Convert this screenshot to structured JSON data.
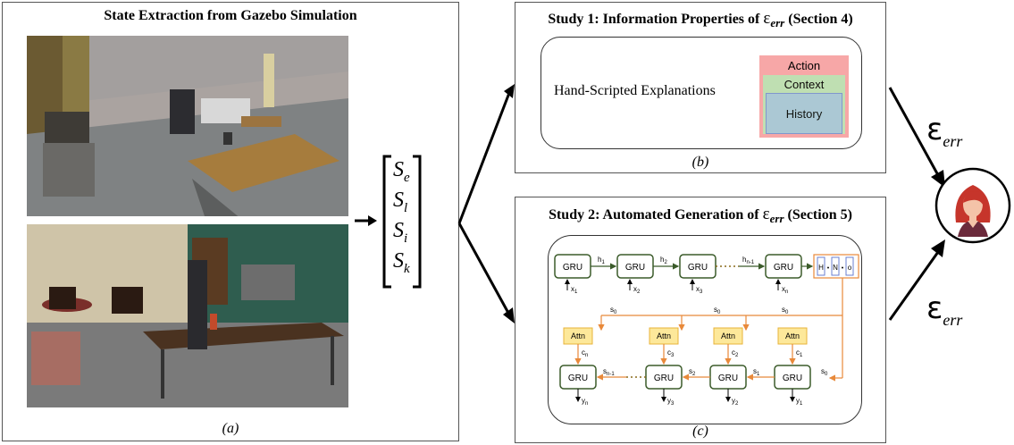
{
  "panel_a": {
    "title": "State Extraction from Gazebo Simulation",
    "caption_label": "a",
    "scene_top": "simulated living room with robot, sofa, table and coffee table",
    "scene_bottom": "simulated room with robot, bookshelf, tv and dining table"
  },
  "state_vector": {
    "entries": [
      {
        "base": "S",
        "sub": "e"
      },
      {
        "base": "S",
        "sub": "l"
      },
      {
        "base": "S",
        "sub": "i"
      },
      {
        "base": "S",
        "sub": "k"
      }
    ]
  },
  "study1": {
    "title_prefix": "Study 1: Information Properties of ",
    "symbol": "ε",
    "symbol_sub": "err",
    "title_suffix": " (Section 4)",
    "explanations_label": "Hand-Scripted Explanations",
    "layers": [
      "Action",
      "Context",
      "History"
    ],
    "caption_label": "b"
  },
  "study2": {
    "title_prefix": "Study 2: Automated Generation of ",
    "symbol": "ε",
    "symbol_sub": "err",
    "title_suffix": " (Section 5)",
    "caption_label": "c",
    "encoder": {
      "cell_label": "GRU",
      "hidden": [
        "h",
        "h",
        "h"
      ],
      "hidden_subs": [
        "1",
        "2",
        "n-1"
      ],
      "inputs": [
        "x",
        "x",
        "x",
        "x"
      ],
      "input_subs": [
        "1",
        "2",
        "3",
        "n"
      ],
      "output_tokens": [
        "H",
        "N",
        "o"
      ]
    },
    "decoder": {
      "cell_label": "GRU",
      "attn_label": "Attn",
      "context": [
        "c",
        "c",
        "c",
        "c"
      ],
      "context_subs": [
        "n",
        "3",
        "2",
        "1"
      ],
      "state": [
        "s",
        "s",
        "s",
        "s"
      ],
      "state_subs": [
        "n-1",
        "2",
        "1",
        "0"
      ],
      "top_state": [
        "s",
        "s",
        "s"
      ],
      "top_state_subs": [
        "0",
        "0",
        "0"
      ],
      "outputs": [
        "y",
        "y",
        "y",
        "y"
      ],
      "output_subs": [
        "n",
        "3",
        "2",
        "1"
      ]
    }
  },
  "outputs": {
    "symbol": "ε",
    "symbol_sub": "err"
  },
  "colors": {
    "gru_border": "#3b5b2a",
    "arrow_orange": "#e8893a",
    "attn_fill": "#fde89a",
    "action": "#f7a7a7",
    "context": "#bde3b3",
    "history": "#a9c6d8"
  }
}
